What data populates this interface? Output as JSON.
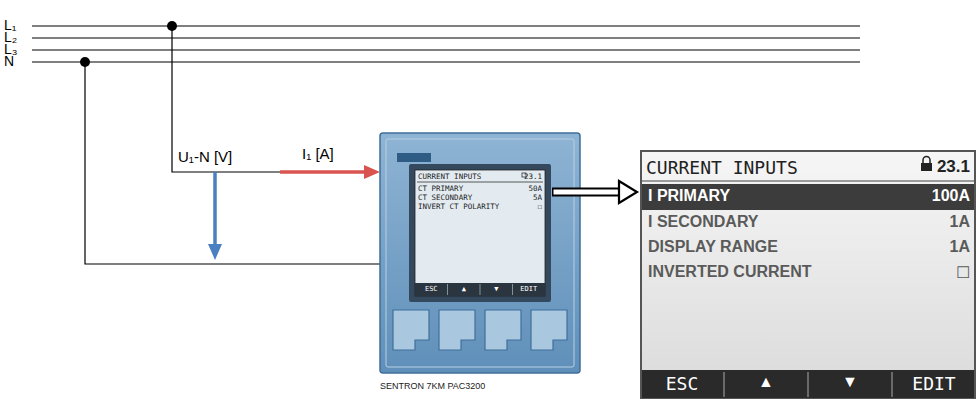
{
  "diagram": {
    "nodes": [
      {
        "text": [
          "SENTRON 7KM PAC3200"
        ]
      },
      {
        "text": [
          "CURRENT INPUTS",
          "23.1",
          "CT PRIMARY",
          "50A",
          "CT SECONDARY",
          "5A",
          "INVERT CT POLARITY",
          "☐",
          "ESC",
          "▲",
          "▼",
          "EDIT"
        ],
        "in": 0
      },
      {
        "text": [
          "CURRENT INPUTS",
          "23.1",
          "I PRIMARY",
          "100A",
          "I SECONDARY",
          "1A",
          "DISPLAY RANGE",
          "1A",
          "INVERTED CURRENT",
          "☐",
          "ESC",
          "▲",
          "▼",
          "EDIT"
        ]
      }
    ],
    "edges": [
      {
        "from": 1,
        "to": 2,
        "arrow": "to"
      }
    ],
    "labels": [
      "L₁",
      "L₂",
      "L₃",
      "N",
      "U₁-N [V]",
      "I₁ [A]"
    ]
  }
}
